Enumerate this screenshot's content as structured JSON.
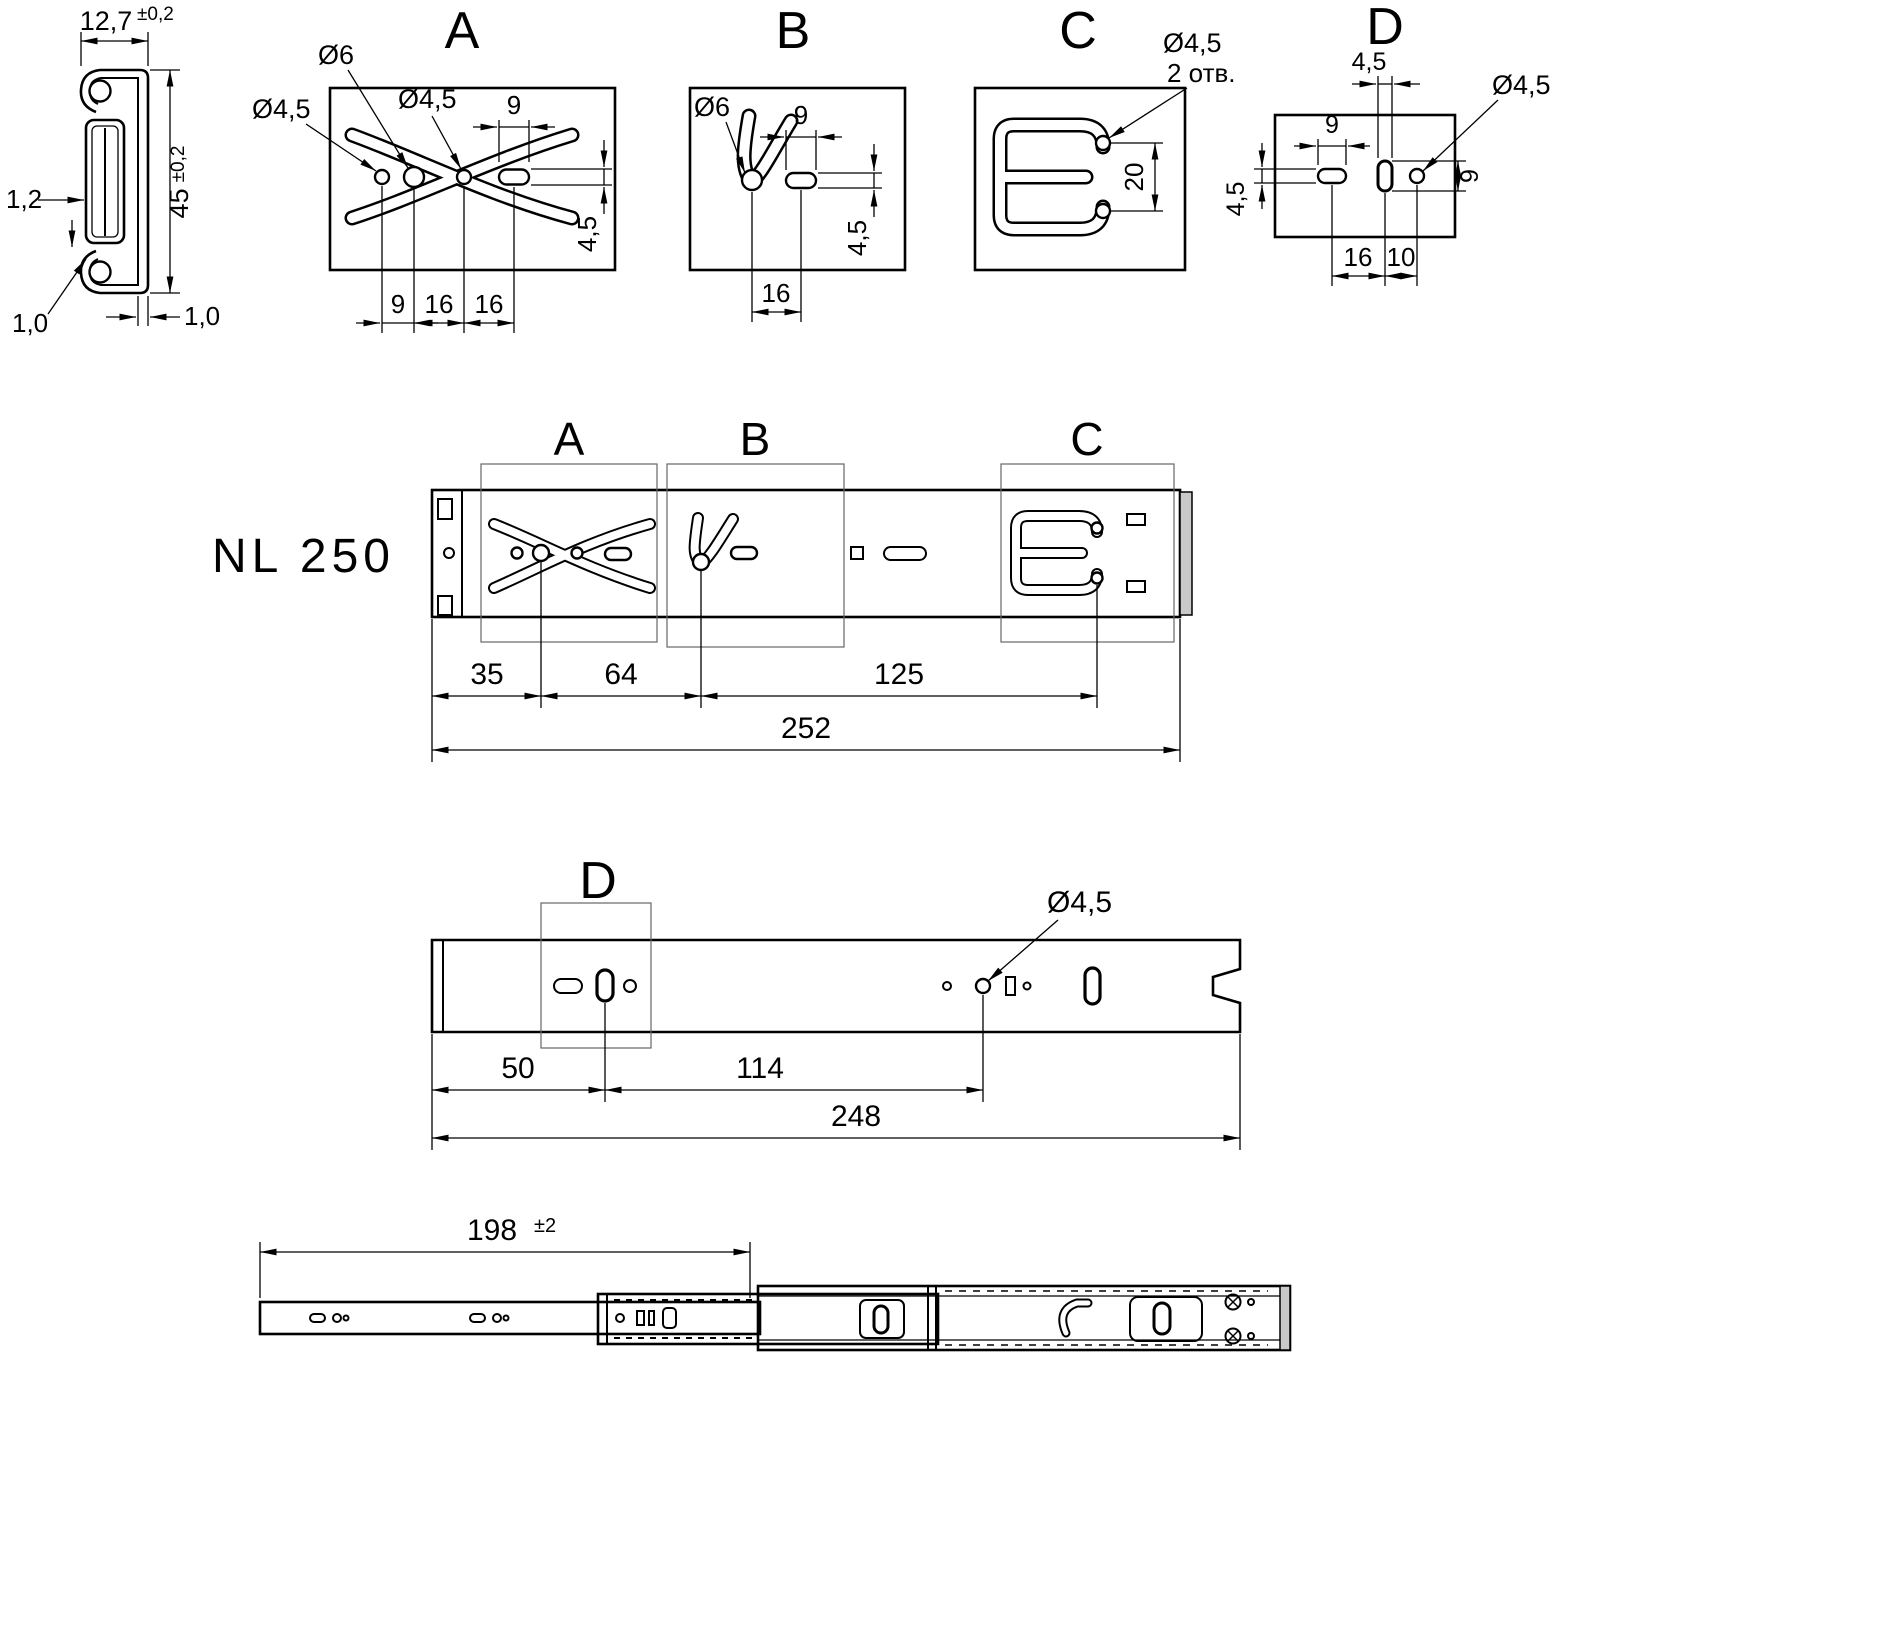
{
  "cross_section": {
    "width_dim": "12,7",
    "width_tol": "±0,2",
    "height_dim": "45",
    "height_tol": "±0,2",
    "wall_dim": "1,2",
    "bottom_wall_dim": "1,0",
    "side_wall_dim": "1,0"
  },
  "detail_a": {
    "label": "A",
    "dia6": "Ø6",
    "dia45_left": "Ø4,5",
    "dia45_mid": "Ø4,5",
    "slot_len": "9",
    "slot_height": "4,5",
    "pitch1": "9",
    "pitch2": "16",
    "pitch3": "16"
  },
  "detail_b": {
    "label": "B",
    "dia6": "Ø6",
    "slot_len": "9",
    "slot_height": "4,5",
    "pitch": "16"
  },
  "detail_c": {
    "label": "C",
    "dia45": "Ø4,5",
    "holes_note": "2 отв.",
    "pitch": "20"
  },
  "detail_d": {
    "label": "D",
    "top_dim": "4,5",
    "dia45": "Ø4,5",
    "slot_len": "9",
    "left_dim": "4,5",
    "right_dim": "9",
    "pitch1": "16",
    "pitch2": "10"
  },
  "rail_top": {
    "model": "NL 250",
    "zone_a": "A",
    "zone_b": "B",
    "zone_c": "C",
    "dim1": "35",
    "dim2": "64",
    "dim3": "125",
    "total": "252"
  },
  "rail_mid": {
    "zone_d": "D",
    "dia45": "Ø4,5",
    "dim1": "50",
    "dim2": "114",
    "total": "248"
  },
  "rail_bottom": {
    "extension_dim": "198",
    "extension_tol": "±2"
  }
}
